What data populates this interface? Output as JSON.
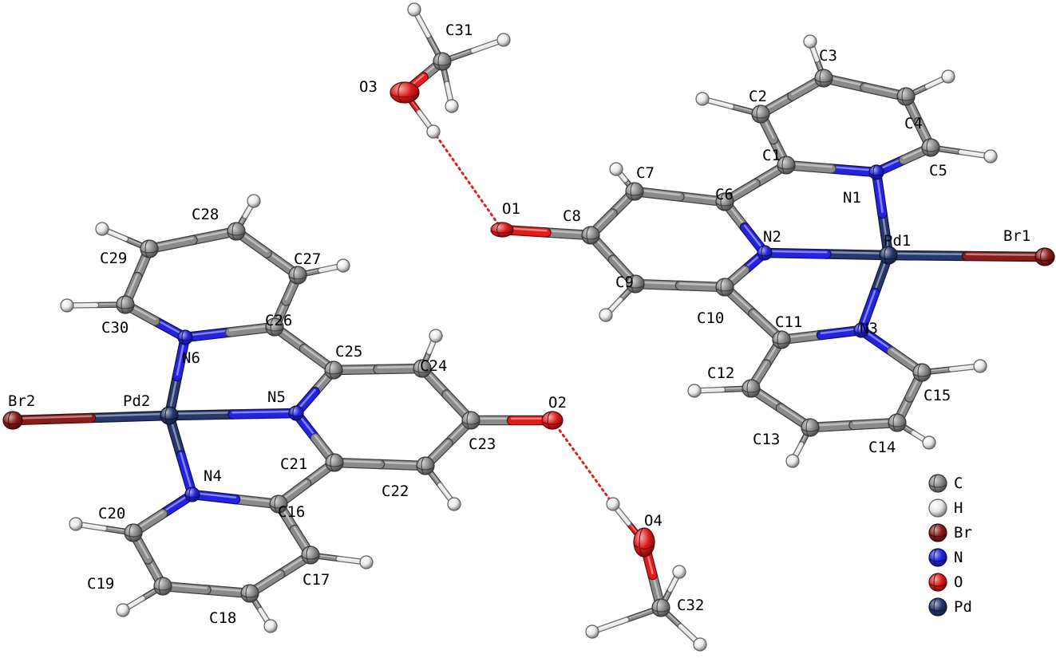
{
  "colors": {
    "C": "#8a8a8a",
    "H": "#e8e8e8",
    "Br": "#8b1c1c",
    "N": "#2424e0",
    "O": "#e01c1c",
    "Pd": "#26386e",
    "hbond": "#e01c1c",
    "text": "#000000"
  },
  "legend": [
    {
      "element": "C",
      "label": "C"
    },
    {
      "element": "H",
      "label": "H"
    },
    {
      "element": "Br",
      "label": "Br"
    },
    {
      "element": "N",
      "label": "N"
    },
    {
      "element": "O",
      "label": "O"
    },
    {
      "element": "Pd",
      "label": "Pd"
    }
  ],
  "atoms": [
    {
      "id": "Pd1",
      "element": "Pd",
      "label": "Pd1"
    },
    {
      "id": "Br1",
      "element": "Br",
      "label": "Br1"
    },
    {
      "id": "N1",
      "element": "N",
      "label": "N1"
    },
    {
      "id": "N2",
      "element": "N",
      "label": "N2"
    },
    {
      "id": "N3",
      "element": "N",
      "label": "N3"
    },
    {
      "id": "C1",
      "element": "C",
      "label": "C1"
    },
    {
      "id": "C2",
      "element": "C",
      "label": "C2"
    },
    {
      "id": "C3",
      "element": "C",
      "label": "C3"
    },
    {
      "id": "C4",
      "element": "C",
      "label": "C4"
    },
    {
      "id": "C5",
      "element": "C",
      "label": "C5"
    },
    {
      "id": "C6",
      "element": "C",
      "label": "C6"
    },
    {
      "id": "C7",
      "element": "C",
      "label": "C7"
    },
    {
      "id": "C8",
      "element": "C",
      "label": "C8"
    },
    {
      "id": "C9",
      "element": "C",
      "label": "C9"
    },
    {
      "id": "C10",
      "element": "C",
      "label": "C10"
    },
    {
      "id": "C11",
      "element": "C",
      "label": "C11"
    },
    {
      "id": "C12",
      "element": "C",
      "label": "C12"
    },
    {
      "id": "C13",
      "element": "C",
      "label": "C13"
    },
    {
      "id": "C14",
      "element": "C",
      "label": "C14"
    },
    {
      "id": "C15",
      "element": "C",
      "label": "C15"
    },
    {
      "id": "O1",
      "element": "O",
      "label": "O1"
    },
    {
      "id": "Pd2",
      "element": "Pd",
      "label": "Pd2"
    },
    {
      "id": "Br2",
      "element": "Br",
      "label": "Br2"
    },
    {
      "id": "N4",
      "element": "N",
      "label": "N4"
    },
    {
      "id": "N5",
      "element": "N",
      "label": "N5"
    },
    {
      "id": "N6",
      "element": "N",
      "label": "N6"
    },
    {
      "id": "C16",
      "element": "C",
      "label": "C16"
    },
    {
      "id": "C17",
      "element": "C",
      "label": "C17"
    },
    {
      "id": "C18",
      "element": "C",
      "label": "C18"
    },
    {
      "id": "C19",
      "element": "C",
      "label": "C19"
    },
    {
      "id": "C20",
      "element": "C",
      "label": "C20"
    },
    {
      "id": "C21",
      "element": "C",
      "label": "C21"
    },
    {
      "id": "C22",
      "element": "C",
      "label": "C22"
    },
    {
      "id": "C23",
      "element": "C",
      "label": "C23"
    },
    {
      "id": "C24",
      "element": "C",
      "label": "C24"
    },
    {
      "id": "C25",
      "element": "C",
      "label": "C25"
    },
    {
      "id": "C26",
      "element": "C",
      "label": "C26"
    },
    {
      "id": "C27",
      "element": "C",
      "label": "C27"
    },
    {
      "id": "C28",
      "element": "C",
      "label": "C28"
    },
    {
      "id": "C29",
      "element": "C",
      "label": "C29"
    },
    {
      "id": "C30",
      "element": "C",
      "label": "C30"
    },
    {
      "id": "O2",
      "element": "O",
      "label": "O2"
    },
    {
      "id": "C31",
      "element": "C",
      "label": "C31"
    },
    {
      "id": "O3",
      "element": "O",
      "label": "O3"
    },
    {
      "id": "C32",
      "element": "C",
      "label": "C32"
    },
    {
      "id": "O4",
      "element": "O",
      "label": "O4"
    },
    {
      "id": "H2",
      "element": "H",
      "label": ""
    },
    {
      "id": "H3",
      "element": "H",
      "label": ""
    },
    {
      "id": "H4",
      "element": "H",
      "label": ""
    },
    {
      "id": "H5",
      "element": "H",
      "label": ""
    },
    {
      "id": "H7",
      "element": "H",
      "label": ""
    },
    {
      "id": "H9",
      "element": "H",
      "label": ""
    },
    {
      "id": "H12",
      "element": "H",
      "label": ""
    },
    {
      "id": "H13",
      "element": "H",
      "label": ""
    },
    {
      "id": "H14",
      "element": "H",
      "label": ""
    },
    {
      "id": "H15",
      "element": "H",
      "label": ""
    },
    {
      "id": "H17",
      "element": "H",
      "label": ""
    },
    {
      "id": "H18",
      "element": "H",
      "label": ""
    },
    {
      "id": "H19",
      "element": "H",
      "label": ""
    },
    {
      "id": "H20",
      "element": "H",
      "label": ""
    },
    {
      "id": "H22",
      "element": "H",
      "label": ""
    },
    {
      "id": "H24",
      "element": "H",
      "label": ""
    },
    {
      "id": "H27",
      "element": "H",
      "label": ""
    },
    {
      "id": "H28",
      "element": "H",
      "label": ""
    },
    {
      "id": "H29",
      "element": "H",
      "label": ""
    },
    {
      "id": "H30",
      "element": "H",
      "label": ""
    },
    {
      "id": "H31A",
      "element": "H",
      "label": ""
    },
    {
      "id": "H31B",
      "element": "H",
      "label": ""
    },
    {
      "id": "H31C",
      "element": "H",
      "label": ""
    },
    {
      "id": "H3O",
      "element": "H",
      "label": ""
    },
    {
      "id": "H32A",
      "element": "H",
      "label": ""
    },
    {
      "id": "H32B",
      "element": "H",
      "label": ""
    },
    {
      "id": "H32C",
      "element": "H",
      "label": ""
    },
    {
      "id": "H4O",
      "element": "H",
      "label": ""
    }
  ],
  "bonds": [
    [
      "Pd1",
      "Br1"
    ],
    [
      "Pd1",
      "N1"
    ],
    [
      "Pd1",
      "N2"
    ],
    [
      "Pd1",
      "N3"
    ],
    [
      "N1",
      "C1"
    ],
    [
      "N1",
      "C5"
    ],
    [
      "C1",
      "C2"
    ],
    [
      "C2",
      "C3"
    ],
    [
      "C3",
      "C4"
    ],
    [
      "C4",
      "C5"
    ],
    [
      "C1",
      "C6"
    ],
    [
      "C6",
      "N2"
    ],
    [
      "N2",
      "C10"
    ],
    [
      "C6",
      "C7"
    ],
    [
      "C7",
      "C8"
    ],
    [
      "C8",
      "C9"
    ],
    [
      "C9",
      "C10"
    ],
    [
      "C8",
      "O1"
    ],
    [
      "C10",
      "C11"
    ],
    [
      "C11",
      "N3"
    ],
    [
      "N3",
      "C15"
    ],
    [
      "C11",
      "C12"
    ],
    [
      "C12",
      "C13"
    ],
    [
      "C13",
      "C14"
    ],
    [
      "C14",
      "C15"
    ],
    [
      "C2",
      "H2"
    ],
    [
      "C3",
      "H3"
    ],
    [
      "C4",
      "H4"
    ],
    [
      "C5",
      "H5"
    ],
    [
      "C7",
      "H7"
    ],
    [
      "C9",
      "H9"
    ],
    [
      "C12",
      "H12"
    ],
    [
      "C13",
      "H13"
    ],
    [
      "C14",
      "H14"
    ],
    [
      "C15",
      "H15"
    ],
    [
      "Pd2",
      "Br2"
    ],
    [
      "Pd2",
      "N4"
    ],
    [
      "Pd2",
      "N5"
    ],
    [
      "Pd2",
      "N6"
    ],
    [
      "N6",
      "C30"
    ],
    [
      "N6",
      "C26"
    ],
    [
      "C26",
      "C27"
    ],
    [
      "C27",
      "C28"
    ],
    [
      "C28",
      "C29"
    ],
    [
      "C29",
      "C30"
    ],
    [
      "C26",
      "C25"
    ],
    [
      "C25",
      "N5"
    ],
    [
      "N5",
      "C21"
    ],
    [
      "C25",
      "C24"
    ],
    [
      "C24",
      "C23"
    ],
    [
      "C23",
      "C22"
    ],
    [
      "C22",
      "C21"
    ],
    [
      "C23",
      "O2"
    ],
    [
      "C21",
      "C16"
    ],
    [
      "C16",
      "N4"
    ],
    [
      "N4",
      "C20"
    ],
    [
      "C16",
      "C17"
    ],
    [
      "C17",
      "C18"
    ],
    [
      "C18",
      "C19"
    ],
    [
      "C19",
      "C20"
    ],
    [
      "C17",
      "H17"
    ],
    [
      "C18",
      "H18"
    ],
    [
      "C19",
      "H19"
    ],
    [
      "C20",
      "H20"
    ],
    [
      "C22",
      "H22"
    ],
    [
      "C24",
      "H24"
    ],
    [
      "C27",
      "H27"
    ],
    [
      "C28",
      "H28"
    ],
    [
      "C29",
      "H29"
    ],
    [
      "C30",
      "H30"
    ],
    [
      "C31",
      "O3"
    ],
    [
      "C31",
      "H31A"
    ],
    [
      "C31",
      "H31B"
    ],
    [
      "C31",
      "H31C"
    ],
    [
      "O3",
      "H3O"
    ],
    [
      "C32",
      "O4"
    ],
    [
      "C32",
      "H32A"
    ],
    [
      "C32",
      "H32B"
    ],
    [
      "C32",
      "H32C"
    ],
    [
      "O4",
      "H4O"
    ]
  ],
  "hbonds": [
    [
      "H3O",
      "O1"
    ],
    [
      "H4O",
      "O2"
    ]
  ]
}
